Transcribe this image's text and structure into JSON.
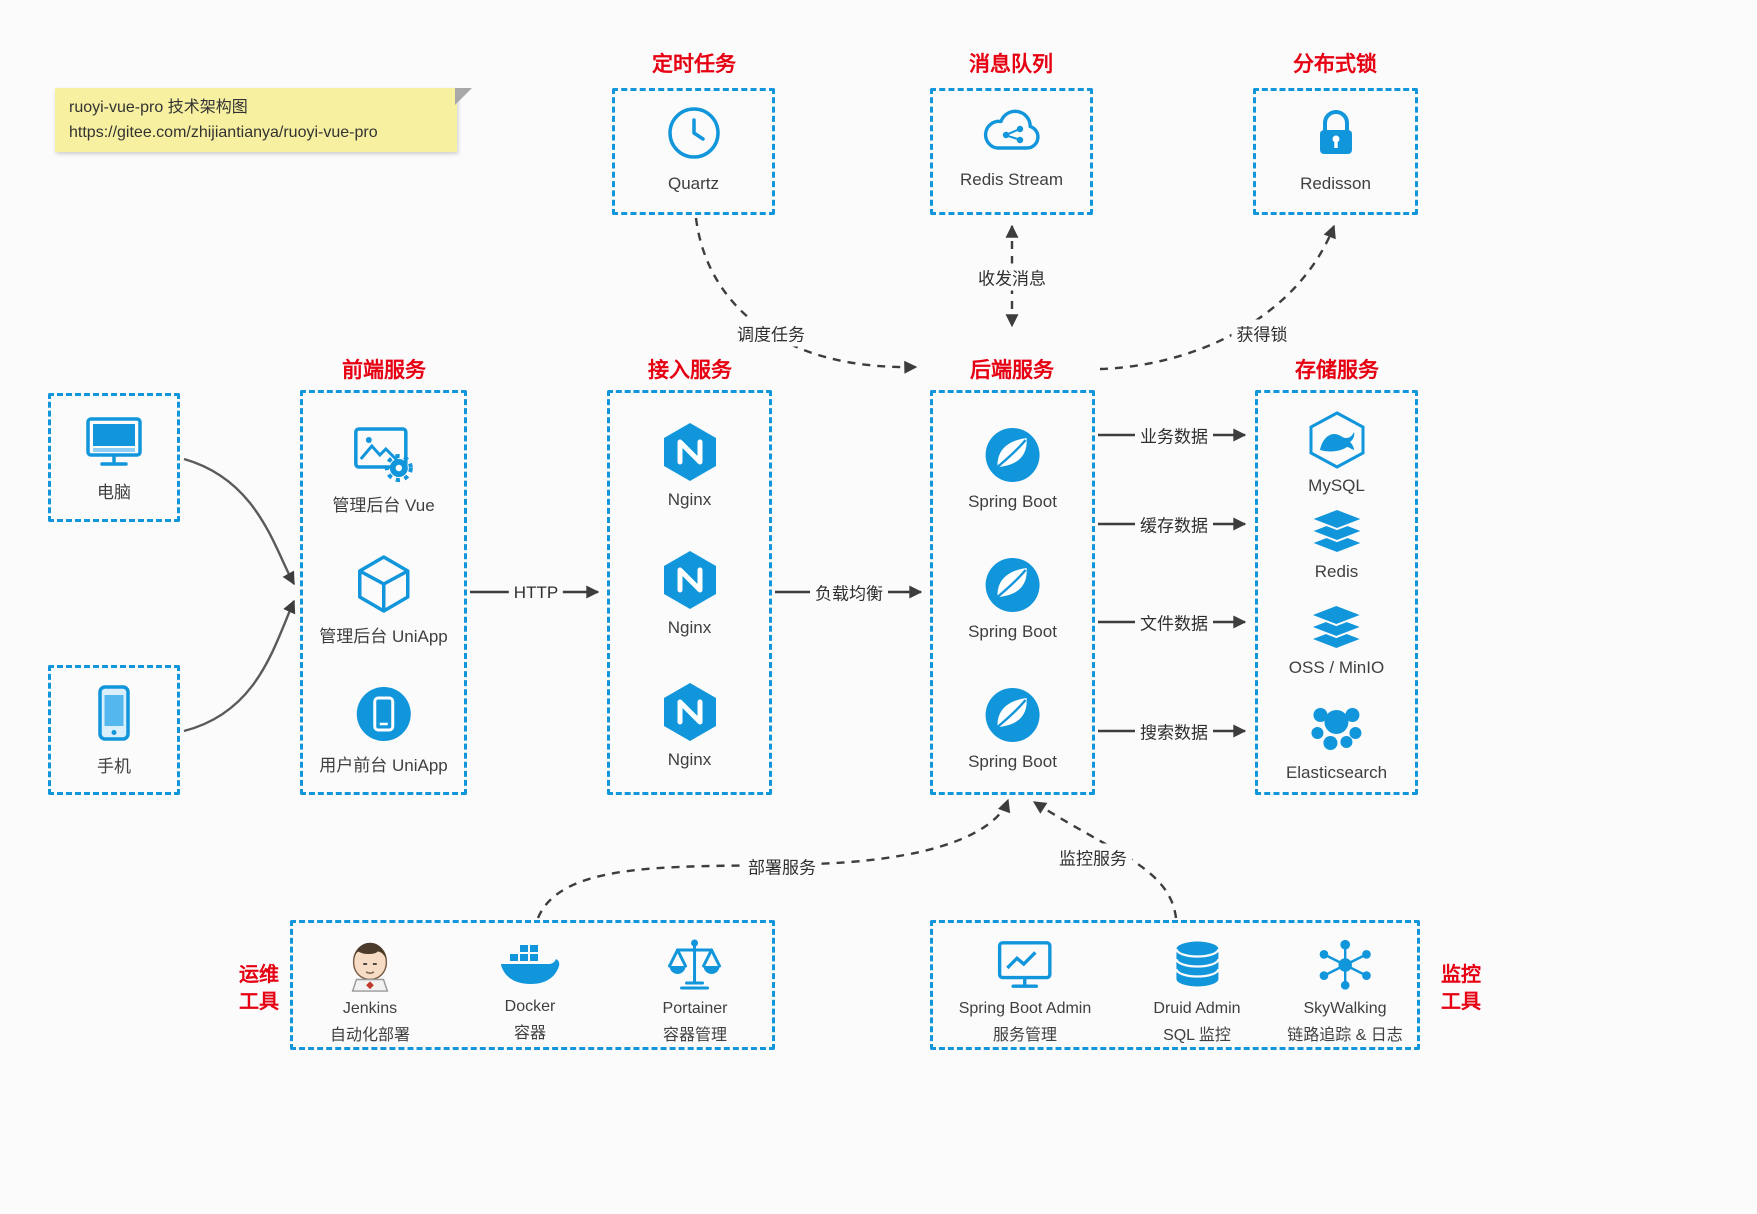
{
  "colors": {
    "accent_blue": "#1296db",
    "title_red": "#e60012",
    "note_yellow": "#f6f0a0"
  },
  "note": {
    "line1": "ruoyi-vue-pro 技术架构图",
    "line2": "https://gitee.com/zhijiantianya/ruoyi-vue-pro"
  },
  "top": {
    "scheduled": {
      "title": "定时任务",
      "label": "Quartz"
    },
    "mq": {
      "title": "消息队列",
      "label": "Redis Stream"
    },
    "lock": {
      "title": "分布式锁",
      "label": "Redisson"
    }
  },
  "clients": {
    "pc": "电脑",
    "phone": "手机"
  },
  "frontend": {
    "title": "前端服务",
    "items": [
      "管理后台 Vue",
      "管理后台 UniApp",
      "用户前台 UniApp"
    ]
  },
  "gateway": {
    "title": "接入服务",
    "items": [
      "Nginx",
      "Nginx",
      "Nginx"
    ]
  },
  "backend": {
    "title": "后端服务",
    "items": [
      "Spring Boot",
      "Spring Boot",
      "Spring Boot"
    ]
  },
  "storage": {
    "title": "存储服务",
    "items": [
      "MySQL",
      "Redis",
      "OSS / MinIO",
      "Elasticsearch"
    ]
  },
  "ops": {
    "title_line1": "运维",
    "title_line2": "工具",
    "items": [
      {
        "name": "Jenkins",
        "desc": "自动化部署"
      },
      {
        "name": "Docker",
        "desc": "容器"
      },
      {
        "name": "Portainer",
        "desc": "容器管理"
      }
    ]
  },
  "monitoring": {
    "title_line1": "监控",
    "title_line2": "工具",
    "items": [
      {
        "name": "Spring Boot Admin",
        "desc": "服务管理"
      },
      {
        "name": "Druid Admin",
        "desc": "SQL 监控"
      },
      {
        "name": "SkyWalking",
        "desc": "链路追踪 & 日志"
      }
    ]
  },
  "edges": {
    "schedule_task": "调度任务",
    "send_receive_message": "收发消息",
    "acquire_lock": "获得锁",
    "http": "HTTP",
    "load_balance": "负载均衡",
    "business_data": "业务数据",
    "cache_data": "缓存数据",
    "file_data": "文件数据",
    "search_data": "搜索数据",
    "deploy_service": "部署服务",
    "monitor_service": "监控服务"
  }
}
